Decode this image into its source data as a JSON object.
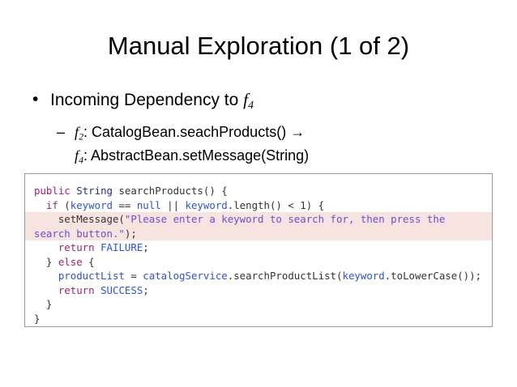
{
  "slide": {
    "title": "Manual Exploration (1 of 2)",
    "bullets": {
      "level1": {
        "marker": "•",
        "text_before": "Incoming Dependency to ",
        "var": "f",
        "sub": "4"
      },
      "level2_line1": {
        "marker": "–",
        "var": "f",
        "sub": "2",
        "text": ": CatalogBean.seachProducts() ",
        "arrow": "→"
      },
      "level2_line2": {
        "var": "f",
        "sub": "4",
        "text": ": AbstractBean.setMessage(String)"
      }
    }
  },
  "code": {
    "highlight_color": "#f7e3e0",
    "border_color": "#9a9a9a",
    "colors": {
      "keyword": "#a0246e",
      "type": "#2b2b8f",
      "identifier": "#2f52d8",
      "string": "#6a4fd0",
      "plain": "#333333"
    },
    "lines": [
      {
        "highlighted": false,
        "tokens": [
          {
            "t": "public",
            "c": "k-kw"
          },
          {
            "t": " ",
            "c": "k-plain"
          },
          {
            "t": "String",
            "c": "k-type"
          },
          {
            "t": " searchProducts() {",
            "c": "k-plain"
          }
        ]
      },
      {
        "highlighted": false,
        "tokens": [
          {
            "t": "  ",
            "c": "k-plain"
          },
          {
            "t": "if",
            "c": "k-kw"
          },
          {
            "t": " (",
            "c": "k-plain"
          },
          {
            "t": "keyword",
            "c": "k-id"
          },
          {
            "t": " == ",
            "c": "k-plain"
          },
          {
            "t": "null",
            "c": "k-id"
          },
          {
            "t": " || ",
            "c": "k-plain"
          },
          {
            "t": "keyword",
            "c": "k-id"
          },
          {
            "t": ".length() < 1) {",
            "c": "k-plain"
          }
        ]
      },
      {
        "highlighted": true,
        "tokens": [
          {
            "t": "    setMessage(",
            "c": "k-plain"
          },
          {
            "t": "\"Please enter a keyword to search for, then press the",
            "c": "k-str"
          }
        ]
      },
      {
        "highlighted": true,
        "tokens": [
          {
            "t": "search button.\"",
            "c": "k-str"
          },
          {
            "t": ");",
            "c": "k-plain"
          }
        ]
      },
      {
        "highlighted": false,
        "tokens": [
          {
            "t": "    ",
            "c": "k-plain"
          },
          {
            "t": "return",
            "c": "k-kw"
          },
          {
            "t": " ",
            "c": "k-plain"
          },
          {
            "t": "FAILURE",
            "c": "k-id"
          },
          {
            "t": ";",
            "c": "k-plain"
          }
        ]
      },
      {
        "highlighted": false,
        "tokens": [
          {
            "t": "  } ",
            "c": "k-plain"
          },
          {
            "t": "else",
            "c": "k-kw"
          },
          {
            "t": " {",
            "c": "k-plain"
          }
        ]
      },
      {
        "highlighted": false,
        "tokens": [
          {
            "t": "    ",
            "c": "k-plain"
          },
          {
            "t": "productList",
            "c": "k-id"
          },
          {
            "t": " = ",
            "c": "k-plain"
          },
          {
            "t": "catalogService",
            "c": "k-id"
          },
          {
            "t": ".searchProductList(",
            "c": "k-plain"
          },
          {
            "t": "keyword",
            "c": "k-id"
          },
          {
            "t": ".toLowerCase());",
            "c": "k-plain"
          }
        ]
      },
      {
        "highlighted": false,
        "tokens": [
          {
            "t": "    ",
            "c": "k-plain"
          },
          {
            "t": "return",
            "c": "k-kw"
          },
          {
            "t": " ",
            "c": "k-plain"
          },
          {
            "t": "SUCCESS",
            "c": "k-id"
          },
          {
            "t": ";",
            "c": "k-plain"
          }
        ]
      },
      {
        "highlighted": false,
        "tokens": [
          {
            "t": "  }",
            "c": "k-plain"
          }
        ]
      },
      {
        "highlighted": false,
        "tokens": [
          {
            "t": "}",
            "c": "k-plain"
          }
        ]
      }
    ]
  }
}
